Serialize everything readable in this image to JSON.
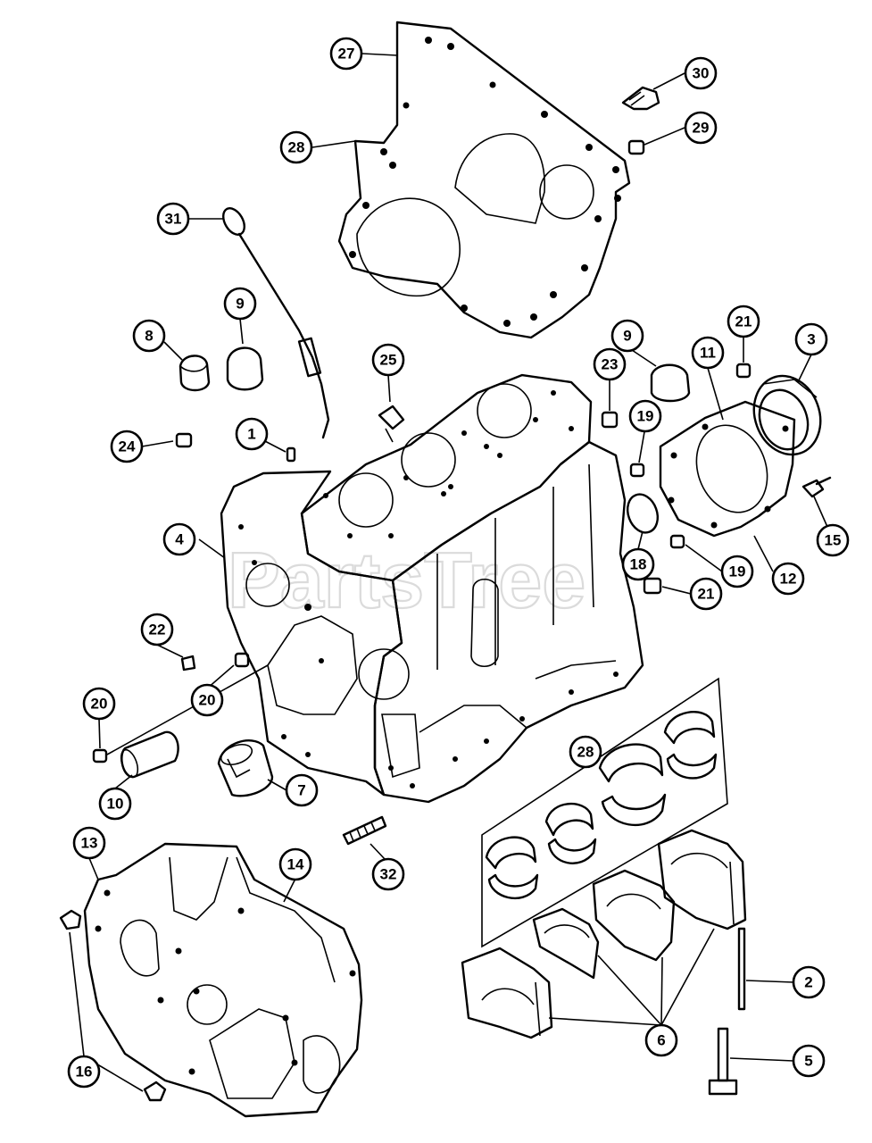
{
  "watermark": "PartsTree",
  "callouts": [
    {
      "label": "27"
    },
    {
      "label": "30"
    },
    {
      "label": "29"
    },
    {
      "label": "28"
    },
    {
      "label": "31"
    },
    {
      "label": "9"
    },
    {
      "label": "8"
    },
    {
      "label": "25"
    },
    {
      "label": "23"
    },
    {
      "label": "9"
    },
    {
      "label": "11"
    },
    {
      "label": "21"
    },
    {
      "label": "3"
    },
    {
      "label": "24"
    },
    {
      "label": "1"
    },
    {
      "label": "19"
    },
    {
      "label": "15"
    },
    {
      "label": "4"
    },
    {
      "label": "18"
    },
    {
      "label": "19"
    },
    {
      "label": "12"
    },
    {
      "label": "21"
    },
    {
      "label": "22"
    },
    {
      "label": "20"
    },
    {
      "label": "20"
    },
    {
      "label": "28"
    },
    {
      "label": "7"
    },
    {
      "label": "10"
    },
    {
      "label": "13"
    },
    {
      "label": "14"
    },
    {
      "label": "32"
    },
    {
      "label": "2"
    },
    {
      "label": "16"
    },
    {
      "label": "6"
    },
    {
      "label": "5"
    }
  ]
}
